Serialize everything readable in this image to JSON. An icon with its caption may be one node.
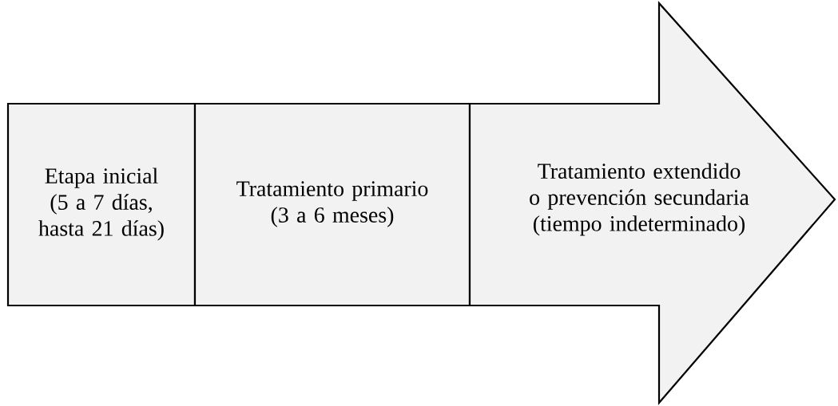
{
  "diagram": {
    "nodes": [
      {
        "text": [
          "Etapa inicial (5 a 7 días, hasta 21 días)"
        ]
      },
      {
        "text": [
          "Tratamiento primario (3 a 6 meses)"
        ]
      },
      {
        "text": [
          "Tratamiento extendido o prevención secundaria (tiempo indeterminado)"
        ]
      }
    ]
  }
}
